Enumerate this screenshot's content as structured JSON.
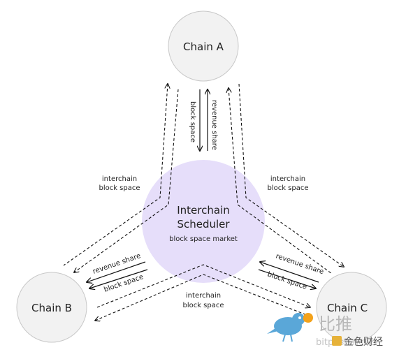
{
  "nodes": {
    "chain_a": "Chain A",
    "chain_b": "Chain B",
    "chain_c": "Chain C",
    "scheduler_line1": "Interchain",
    "scheduler_line2": "Scheduler",
    "scheduler_sub": "block space market"
  },
  "edges": {
    "a_block_space": "block space",
    "a_revenue_share": "revenue share",
    "left_interchain_line1": "interchain",
    "left_interchain_line2": "block space",
    "right_interchain_line1": "interchain",
    "right_interchain_line2": "block space",
    "b_revenue_share": "revenue share",
    "b_block_space": "block space",
    "c_revenue_share": "revenue share",
    "c_block_space": "block space",
    "bottom_interchain_line1": "interchain",
    "bottom_interchain_line2": "block space"
  },
  "watermark": {
    "logo_text": "比推",
    "url_text": "bitpush.news",
    "brand_text": "金色财经"
  },
  "colors": {
    "chain_fill": "#f2f2f2",
    "chain_stroke": "#c8c8c8",
    "scheduler_fill": "#e6defa",
    "line": "#111111"
  }
}
